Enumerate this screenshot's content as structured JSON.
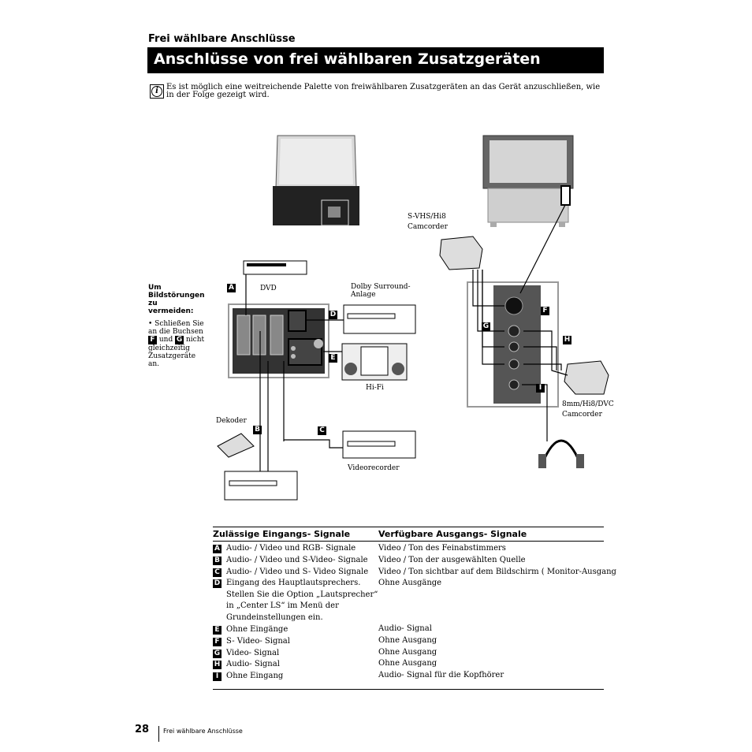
{
  "header": {
    "section": "Frei wählbare Anschlüsse",
    "title": "Anschlüsse von frei wählbaren Zusatzgeräten"
  },
  "intro": {
    "icon": "info-icon",
    "text": "Es ist möglich eine weitreichende Palette von freiwählbaren Zusatzgeräten an das Gerät anzuschließen, wie in der Folge gezeigt wird."
  },
  "note": {
    "heading": "Um Bildstörungen zu vermeiden:",
    "bullet": "• Schließen Sie an die Buchsen",
    "marker_f": "F",
    "and": "und",
    "marker_g": "G",
    "rest": "nicht gleichzeitig Zusatzgeräte an."
  },
  "diagram": {
    "labels": {
      "dvd": "DVD",
      "dolby_1": "Dolby Surround-",
      "dolby_2": "Anlage",
      "hifi": "Hi-Fi",
      "dekoder": "Dekoder",
      "videorecorder": "Videorecorder",
      "svhs_1": "S-VHS/Hi8",
      "svhs_2": "Camcorder",
      "cam8_1": "8mm/Hi8/DVC",
      "cam8_2": "Camcorder"
    },
    "markers": [
      "A",
      "B",
      "C",
      "D",
      "E",
      "F",
      "G",
      "H",
      "I"
    ]
  },
  "table": {
    "col_in": "Zulässige Eingangs- Signale",
    "col_out": "Verfügbare Ausgangs- Signale",
    "rows": [
      {
        "marker": "A",
        "in": "Audio- / Video und RGB- Signale",
        "out": "Video / Ton des Feinabstimmers"
      },
      {
        "marker": "B",
        "in": "Audio- / Video und S-Video- Signale",
        "out": "Video / Ton der ausgewählten Quelle"
      },
      {
        "marker": "C",
        "in": "Audio- / Video und S- Video Signale",
        "out": "Video / Ton sichtbar auf dem Bildschirm ( Monitor-Ausgang"
      },
      {
        "marker": "D",
        "in_lines": [
          "Eingang des Hauptlautsprechers.",
          "Stellen Sie die Option „Lautsprecher“",
          "in „Center LS“ im Menü der",
          "Grundeinstellungen ein."
        ],
        "out": "Ohne Ausgänge"
      },
      {
        "marker": "E",
        "in": "Ohne Eingänge",
        "out": "Audio- Signal"
      },
      {
        "marker": "F",
        "in": "S- Video- Signal",
        "out": "Ohne Ausgang"
      },
      {
        "marker": "G",
        "in": "Video- Signal",
        "out": "Ohne Ausgang"
      },
      {
        "marker": "H",
        "in": "Audio- Signal",
        "out": "Ohne Ausgang"
      },
      {
        "marker": "I",
        "in": "Ohne Eingang",
        "out": "Audio- Signal für die Kopfhörer"
      }
    ]
  },
  "footer": {
    "page": "28",
    "text": "Frei wählbare Anschlüsse"
  }
}
